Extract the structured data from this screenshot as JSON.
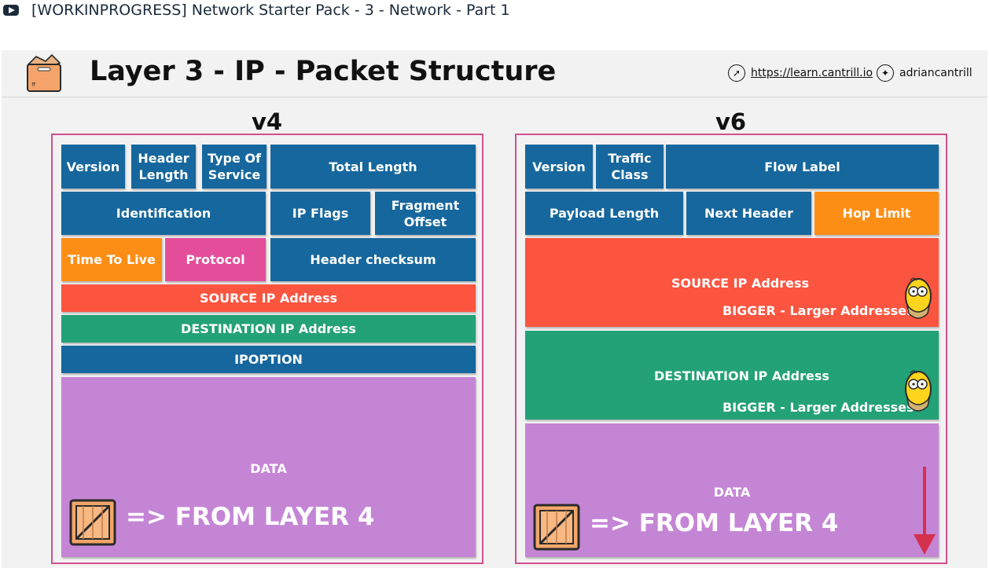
{
  "video": {
    "title": "[WORKINPROGRESS] Network Starter Pack - 3 - Network - Part 1"
  },
  "slide": {
    "title": "Layer 3 - IP - Packet Structure",
    "website": "https://learn.cantrill.io",
    "twitter": "adriancantrill"
  },
  "v4": {
    "label": "v4",
    "version": "Version",
    "header_length": "Header Length",
    "type_of_service": "Type Of Service",
    "total_length": "Total Length",
    "identification": "Identification",
    "ip_flags": "IP Flags",
    "fragment_offset": "Fragment Offset",
    "ttl": "Time To Live",
    "protocol": "Protocol",
    "header_checksum": "Header checksum",
    "source": "SOURCE IP Address",
    "destination": "DESTINATION IP Address",
    "ipoption": "IPOPTION",
    "data": "DATA",
    "from_layer": "=> FROM LAYER 4"
  },
  "v6": {
    "label": "v6",
    "version": "Version",
    "traffic_class": "Traffic Class",
    "flow_label": "Flow Label",
    "payload_length": "Payload Length",
    "next_header": "Next Header",
    "hop_limit": "Hop Limit",
    "source": "SOURCE IP Address",
    "source_note": "BIGGER - Larger Addresses",
    "destination": "DESTINATION IP Address",
    "destination_note": "BIGGER - Larger Addresses",
    "data": "DATA",
    "from_layer": "=> FROM LAYER 4"
  },
  "colors": {
    "blue": "#16679d",
    "orange": "#fc8e16",
    "pink": "#e34d9a",
    "red": "#fb5540",
    "green": "#23a177",
    "purple": "#c585d5",
    "frame": "#d1508e"
  },
  "icons": [
    "play-icon",
    "box-logo-icon",
    "compass-icon",
    "twitter-icon",
    "crate-icon",
    "homer-icon",
    "down-arrow-icon"
  ]
}
